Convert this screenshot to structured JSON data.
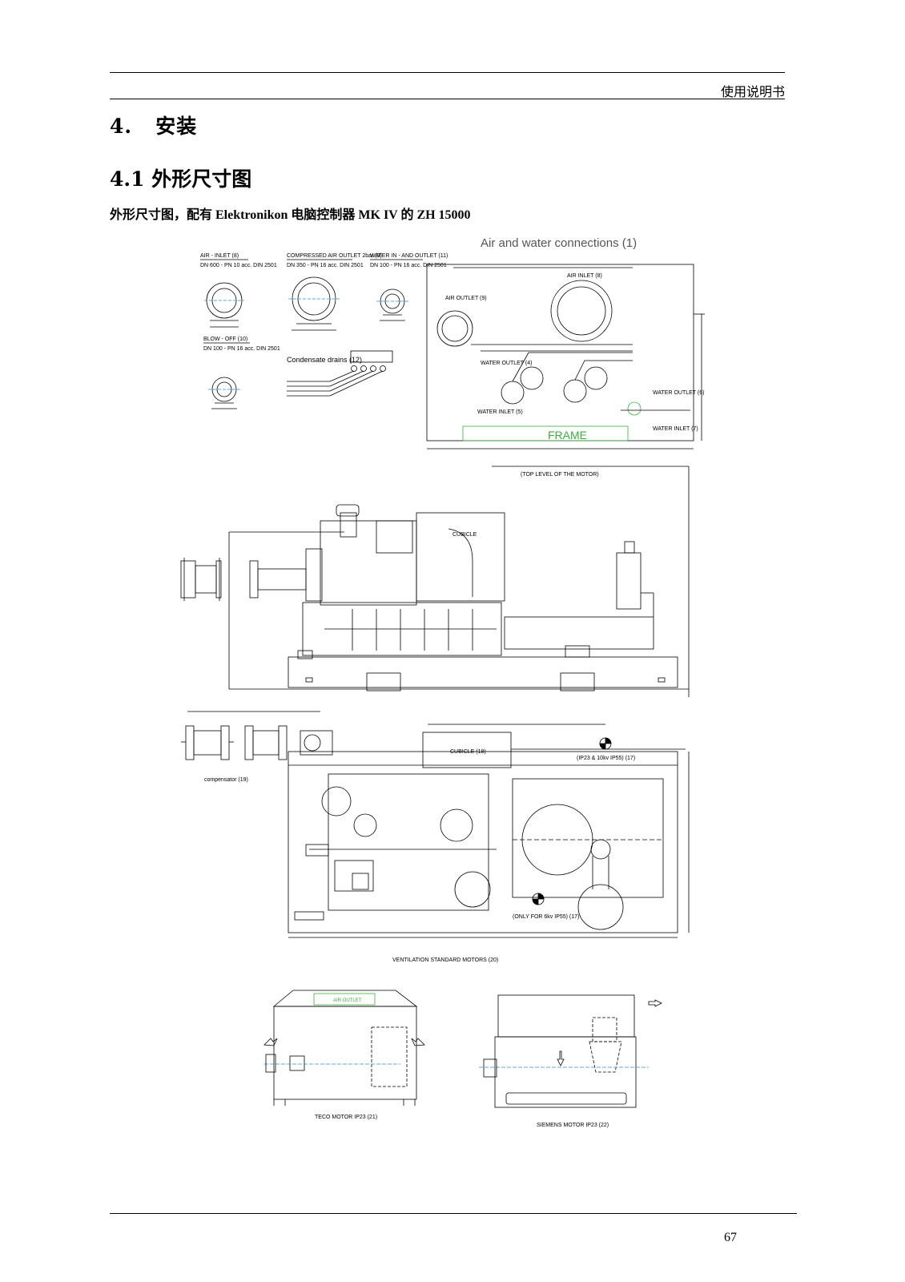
{
  "header": {
    "doc_label": "使用说明书"
  },
  "section": {
    "number": "4.",
    "title": "安装"
  },
  "subsection": {
    "number": "4.1",
    "title": "外形尺寸图"
  },
  "figure_caption": "外形尺寸图，配有 Elektronikon 电脑控制器 MK IV 的 ZH 15000",
  "drawing": {
    "connections_title": "Air and water connections (1)",
    "conn_labels": [
      "AIR - INLET (8)",
      "COMPRESSED AIR OUTLET 2bar (9)",
      "WATER IN - AND OUTLET (11)",
      "BLOW - OFF (10)",
      "Condensate drains (12)"
    ],
    "conn_specs": [
      "DN 600 - PN 10 acc. DIN 2501",
      "DN 350 - PN 16 acc. DIN 2501",
      "DN 100 - PN 16 acc. DIN 2501",
      "DN 100 - PN 16 acc. DIN 2501"
    ],
    "air_inlet_label": "AIR INLET (8)",
    "air_outlet_label": "AIR OUTLET (9)",
    "water_outlet_label_a": "WATER OUTLET (4)",
    "water_outlet_label_b": "WATER OUTLET (6)",
    "water_inlet_label_a": "WATER INLET (5)",
    "water_inlet_label_b": "WATER INLET (7)",
    "frame_label": "FRAME",
    "top_level_label": "(TOP LEVEL OF THE MOTOR)",
    "cubicle_label": "CUBICLE",
    "cubicle_18_label": "CUBICLE (18)",
    "compensator_label": "compensator (19)",
    "ip23_label": "(IP23 & 10kv IP55) (17)",
    "only6kv_label": "(ONLY FOR 6kv IP55) (17)",
    "ventilation_label": "VENTILATION STANDARD MOTORS (20)",
    "teco_label": "TECO MOTOR IP23 (21)",
    "siemens_label": "SIEMENS MOTOR IP23 (22)",
    "air_outlet_green": "AIR OUTLET"
  },
  "footer": {
    "page_number": "67"
  }
}
